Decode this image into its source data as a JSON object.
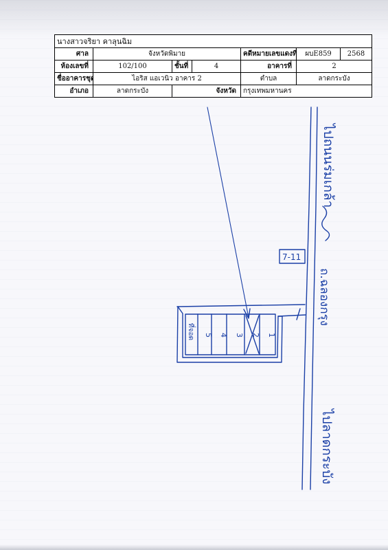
{
  "header_name": "นางสาวจริยา คาลุนฉิม",
  "rows": {
    "court_label": "ศาล",
    "court_value": "จังหวัดพิมาย",
    "case_label": "คดีหมายเลขแดงที่",
    "case_value": "ผบE859",
    "case_year": "2568",
    "room_label": "ห้องเลขที่",
    "room_value": "102/100",
    "floor_label": "ชั้นที่",
    "floor_value": "4",
    "building_label": "อาคารที่",
    "building_value": "2",
    "condo_label": "ชื่ออาคารชุด",
    "condo_value": "ไอริส แอเวนิว อาคาร 2",
    "subdistrict_label": "ตำบล",
    "subdistrict_value": "ลาดกระบัง",
    "district_label": "อำเภอ",
    "district_value": "ลาดกระบัง",
    "province_label": "จังหวัด",
    "province_value": "กรุงเทพมหานคร"
  },
  "sketch": {
    "road_top": "ไปถนนร่มเกล้า",
    "road_bottom": "ไปลาดกระบัง",
    "soi_label": "ถ.ฉลองกรุง",
    "box_number": "7-11",
    "unit_numbers": [
      "1",
      "2",
      "3",
      "4",
      "5"
    ],
    "parking_label": "ที่จอด",
    "ink_color": "#1a3fa6"
  }
}
